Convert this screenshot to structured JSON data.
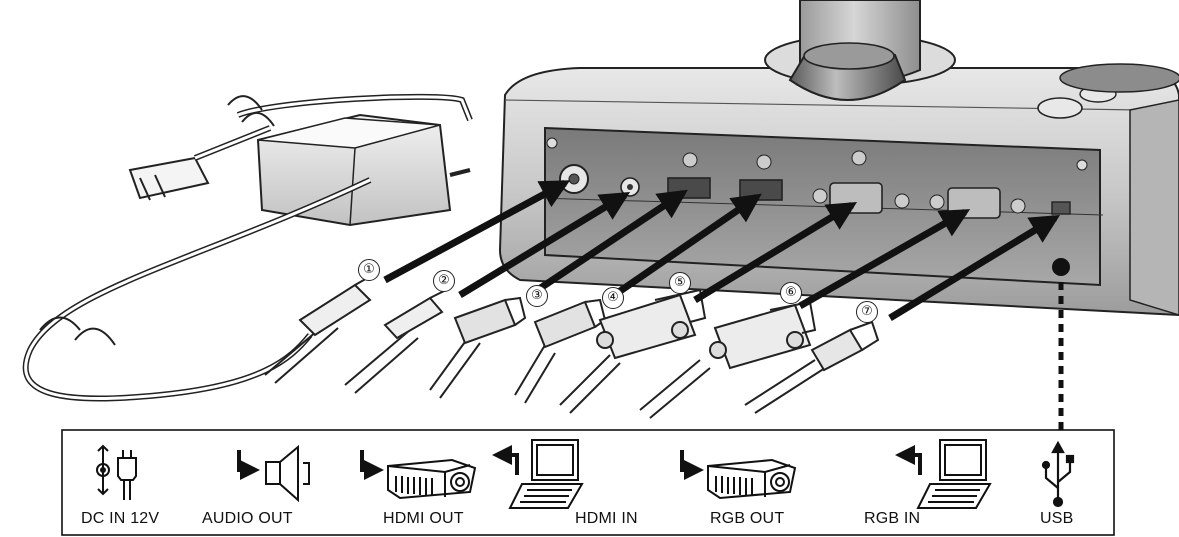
{
  "legend": {
    "dc_in": "DC IN 12V",
    "audio_out": "AUDIO OUT",
    "hdmi_out": "HDMI OUT",
    "hdmi_in": "HDMI IN",
    "rgb_out": "RGB OUT",
    "rgb_in": "RGB IN",
    "usb": "USB"
  },
  "markers": [
    "①",
    "②",
    "③",
    "④",
    "⑤",
    "⑥",
    "⑦"
  ],
  "colors": {
    "line": "#111111",
    "device_body": "#c4c4c4",
    "panel": "#8a8a8a",
    "adapter": "#d8d8d8"
  },
  "icons": [
    "dc-in-plug-icon",
    "speaker-icon",
    "projector-icon",
    "computer-icon",
    "usb-icon"
  ]
}
